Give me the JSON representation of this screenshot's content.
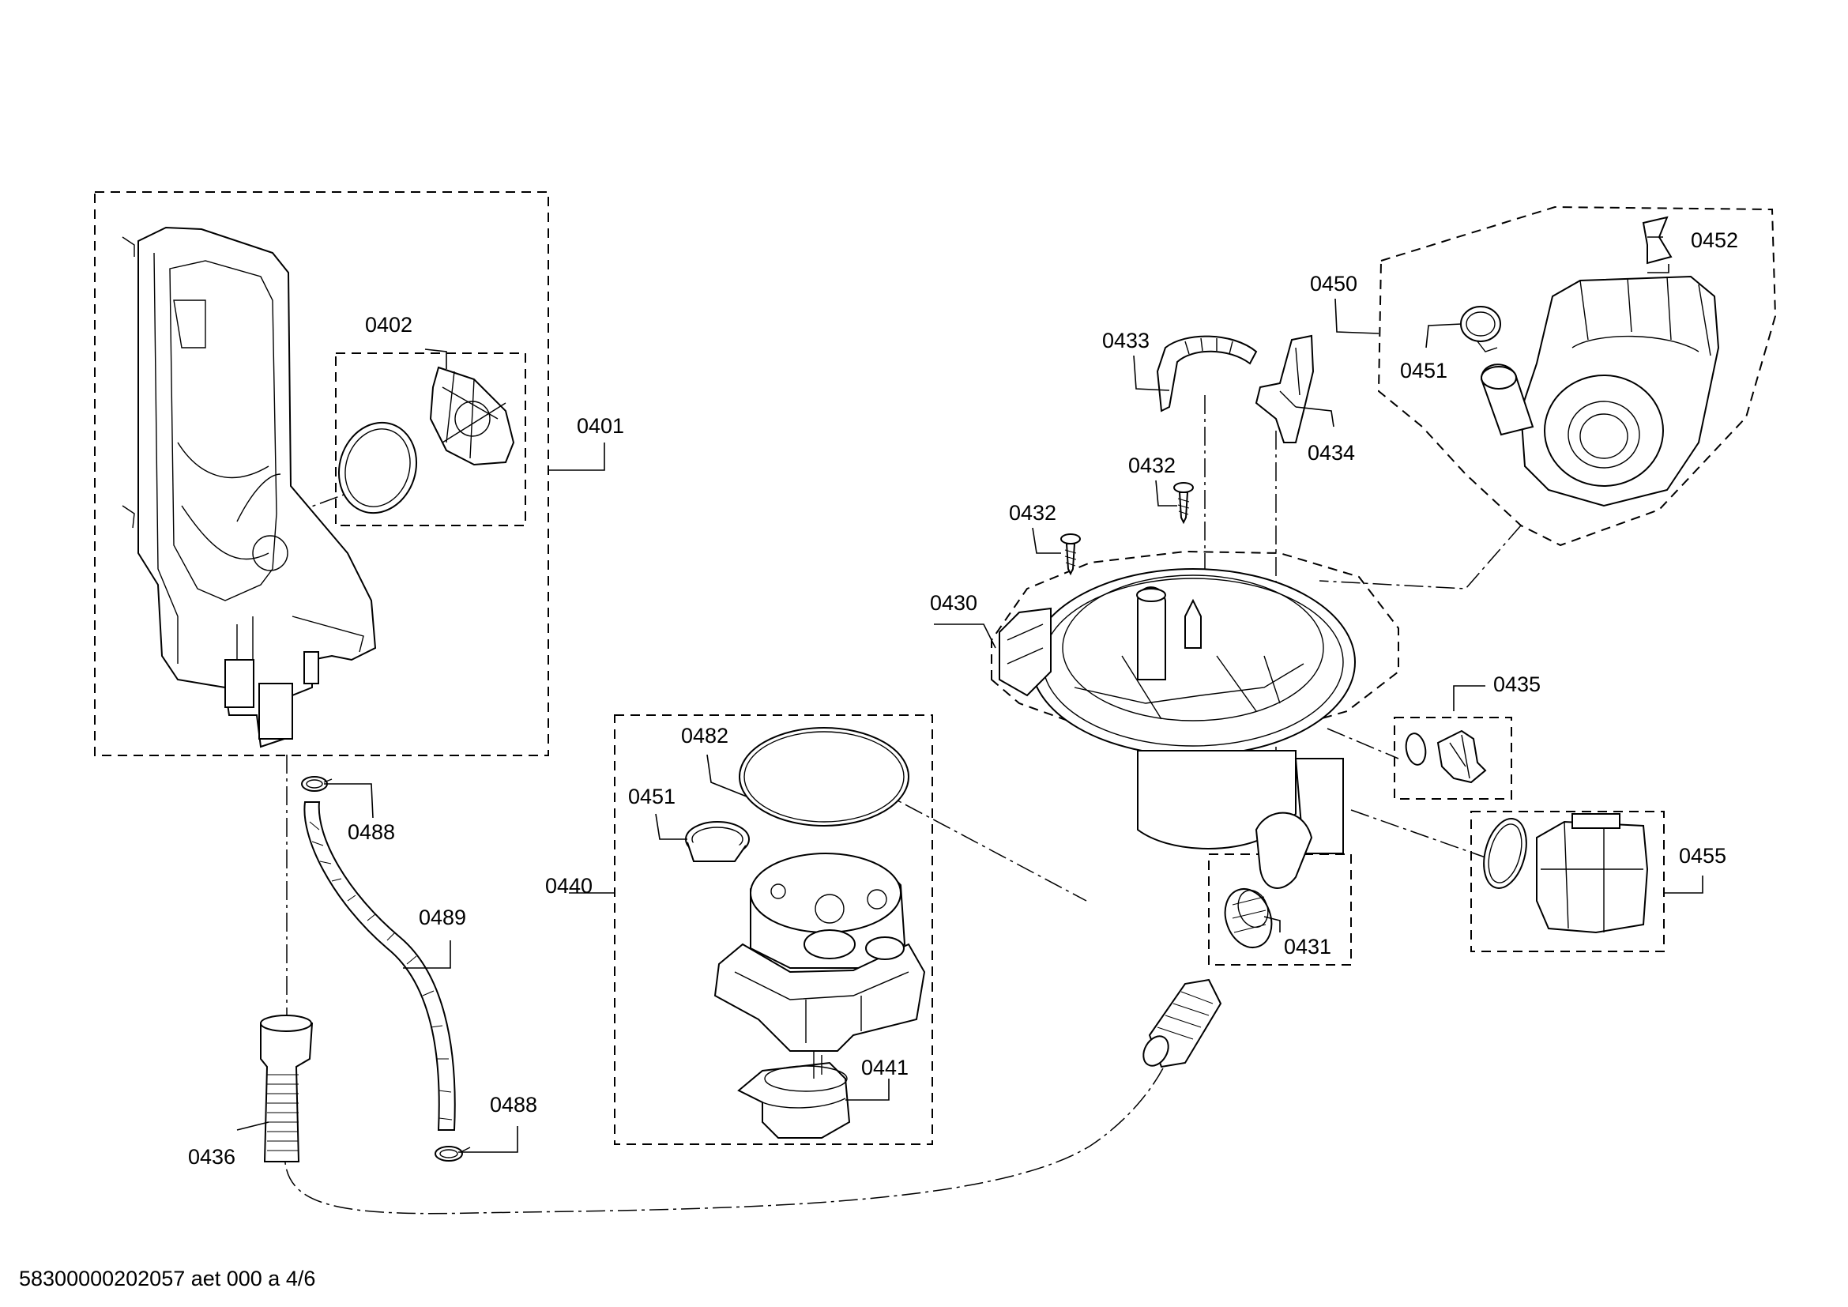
{
  "labels": {
    "p0401": "0401",
    "p0402": "0402",
    "p0488a": "0488",
    "p0488b": "0488",
    "p0489": "0489",
    "p0436": "0436",
    "p0440": "0440",
    "p0441": "0441",
    "p0451a": "0451",
    "p0482": "0482",
    "p0430": "0430",
    "p0431": "0431",
    "p0432a": "0432",
    "p0432b": "0432",
    "p0433": "0433",
    "p0434": "0434",
    "p0435": "0435",
    "p0450": "0450",
    "p0451b": "0451",
    "p0452": "0452",
    "p0455": "0455"
  },
  "footer": "58300000202057 aet 000 a 4/6"
}
